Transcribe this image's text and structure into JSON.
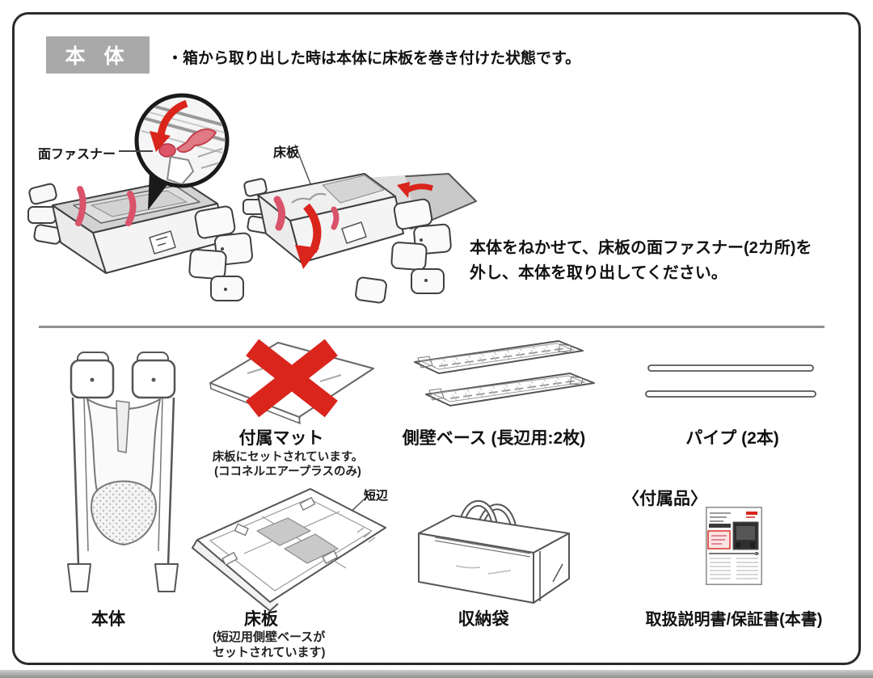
{
  "header": {
    "title": "本 体",
    "bullet": "・箱から取り出した時は本体に床板を巻き付けた状態です。"
  },
  "unboxing": {
    "fastener_label": "面ファスナー",
    "floorboard_label": "床板",
    "instruction_line1": "本体をねかせて、床板の面ファスナー(2カ所)を",
    "instruction_line2": "外し、本体を取り出してください。"
  },
  "parts": {
    "main_body_label": "本体",
    "mat_label": "付属マット",
    "mat_caption1": "床板にセットされています。",
    "mat_caption2": "(ココネルエアープラスのみ)",
    "sidewall_label": "側壁ベース (長辺用:2枚)",
    "pipes_label": "パイプ (2本)",
    "floorboard_label": "床板",
    "floorboard_tag": "短辺",
    "floorboard_caption1": "(短辺用側壁ベースが",
    "floorboard_caption2": "セットされています)",
    "bag_label": "収納袋",
    "accessories_heading": "〈付属品〉",
    "manual_label": "取扱説明書/保証書(本書)"
  },
  "colors": {
    "accent_red": "#d9251c",
    "strap_red": "#d9536a",
    "header_gray": "#a9a9a9",
    "divider_gray": "#8f8f8f"
  }
}
